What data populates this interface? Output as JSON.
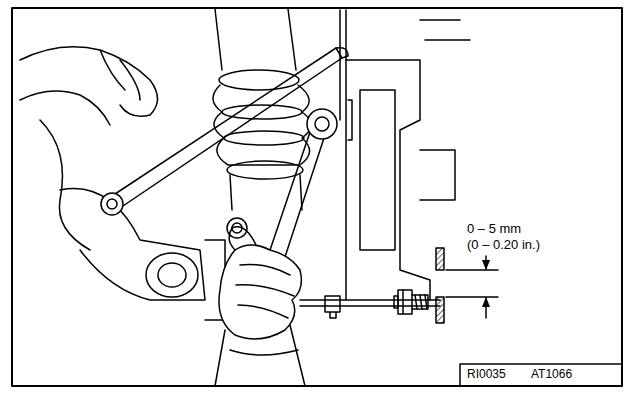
{
  "diagram": {
    "labels": [
      "0 – 5 mm",
      "(0 – 0.20 in.)",
      "RI0035",
      "AT1066"
    ]
  }
}
